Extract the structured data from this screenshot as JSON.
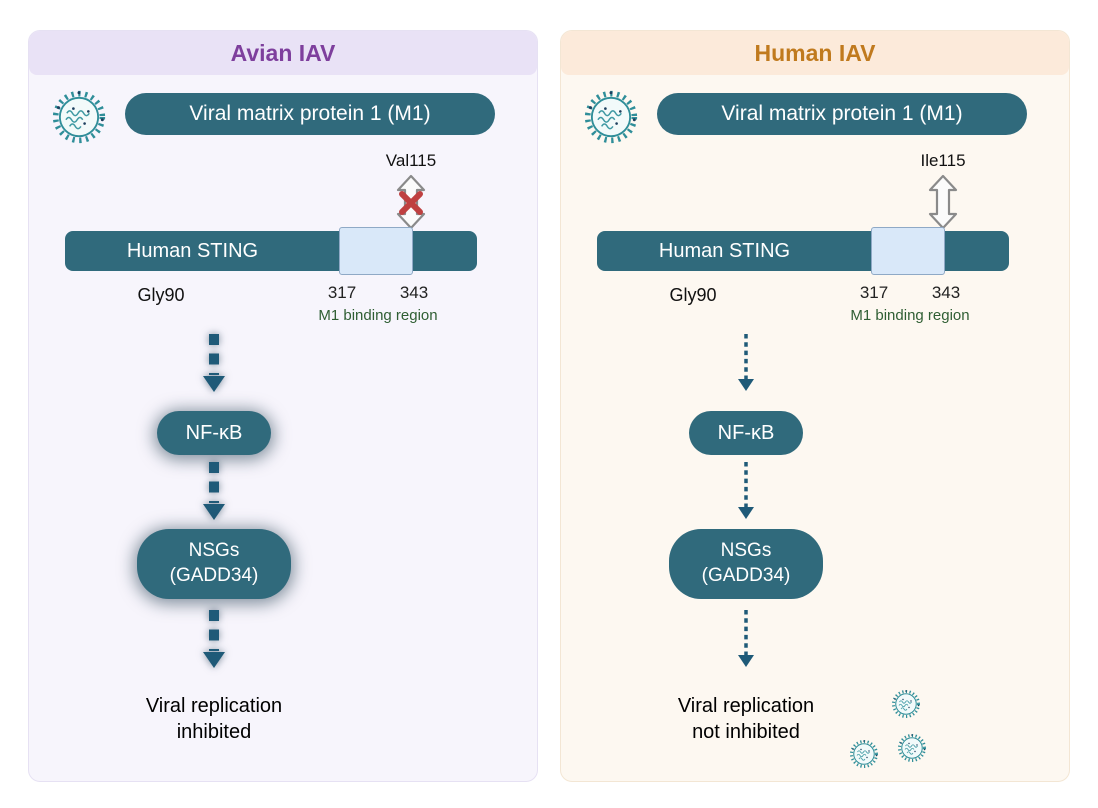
{
  "colors": {
    "teal": "#306a7c",
    "arrow_teal": "#1f5a78",
    "avian_header_bg": "#e9e2f6",
    "avian_title_color": "#7e3f9d",
    "avian_panel_bg": "#f7f5fc",
    "human_header_bg": "#fceada",
    "human_title_color": "#c07a1e",
    "human_panel_bg": "#fdf8f1",
    "binding_box_bg": "#d9e8f9",
    "region_caption_color": "#2f5e33",
    "blocked_x_color": "#bf4040",
    "virus_color": "#2f8e99"
  },
  "panels": [
    {
      "title": "Avian IAV",
      "m1_label": "Viral matrix protein 1 (M1)",
      "residue_label": "Val115",
      "sting_label": "Human STING",
      "region_start": "317",
      "region_end": "343",
      "region_caption": "M1 binding region",
      "sting_residue": "Gly90",
      "nfkb_label": "NF-κB",
      "nsgs_line1": "NSGs",
      "nsgs_line2": "(GADD34)",
      "outcome_line1": "Viral replication",
      "outcome_line2": "inhibited"
    },
    {
      "title": "Human IAV",
      "m1_label": "Viral matrix protein 1 (M1)",
      "residue_label": "Ile115",
      "sting_label": "Human STING",
      "region_start": "317",
      "region_end": "343",
      "region_caption": "M1 binding region",
      "sting_residue": "Gly90",
      "nfkb_label": "NF-κB",
      "nsgs_line1": "NSGs",
      "nsgs_line2": "(GADD34)",
      "outcome_line1": "Viral replication",
      "outcome_line2": "not inhibited"
    }
  ]
}
